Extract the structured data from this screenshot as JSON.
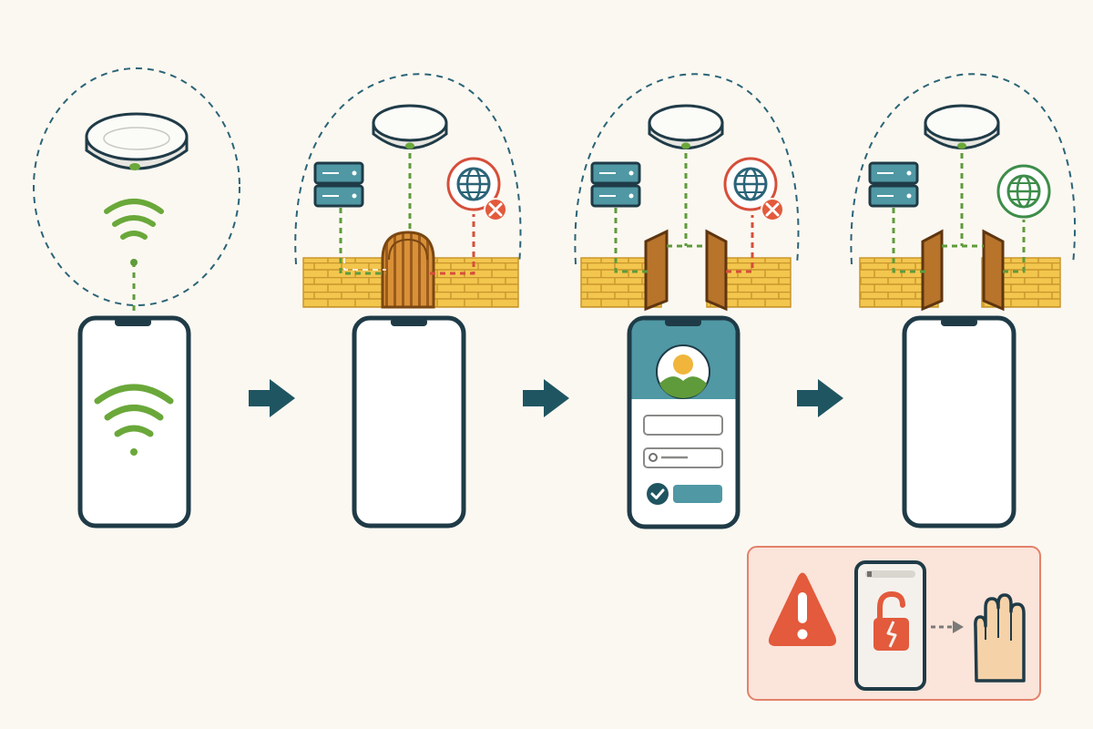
{
  "colors": {
    "background": "#fbf8f1",
    "outline": "#1f3b47",
    "dashed_outline": "#2b6478",
    "wifi_green": "#6aa83a",
    "path_green": "#5f9b3b",
    "blocked_red": "#d64f3a",
    "allowed_green": "#3d8d4a",
    "server_teal": "#4f98a4",
    "brick_yellow": "#f3c64e",
    "gate_brown": "#b7742a",
    "arrow_teal": "#1f5561",
    "warning_panel_bg": "#fbe4da",
    "warning_panel_border": "#e2826b",
    "warning_red": "#e35a3c"
  },
  "steps": [
    {
      "id": "connect-wifi",
      "icons": [
        "access-point-icon",
        "wifi-signal-icon",
        "phone-icon"
      ]
    },
    {
      "id": "captive-portal-blocked",
      "icons": [
        "access-point-icon",
        "server-icon",
        "globe-icon",
        "blocked-x-icon",
        "brick-wall-icon",
        "closed-gate-icon",
        "phone-icon"
      ]
    },
    {
      "id": "portal-login",
      "icons": [
        "access-point-icon",
        "server-icon",
        "globe-icon",
        "blocked-x-icon",
        "brick-wall-icon",
        "half-open-gate-icon",
        "phone-icon",
        "user-avatar-icon",
        "login-form-icon",
        "check-icon"
      ]
    },
    {
      "id": "internet-allowed",
      "icons": [
        "access-point-icon",
        "server-icon",
        "globe-icon",
        "brick-wall-icon",
        "open-gate-icon",
        "phone-icon"
      ]
    }
  ],
  "warning": {
    "icons": [
      "warning-triangle-icon",
      "phone-icon",
      "broken-lock-icon",
      "stop-hand-icon"
    ]
  }
}
